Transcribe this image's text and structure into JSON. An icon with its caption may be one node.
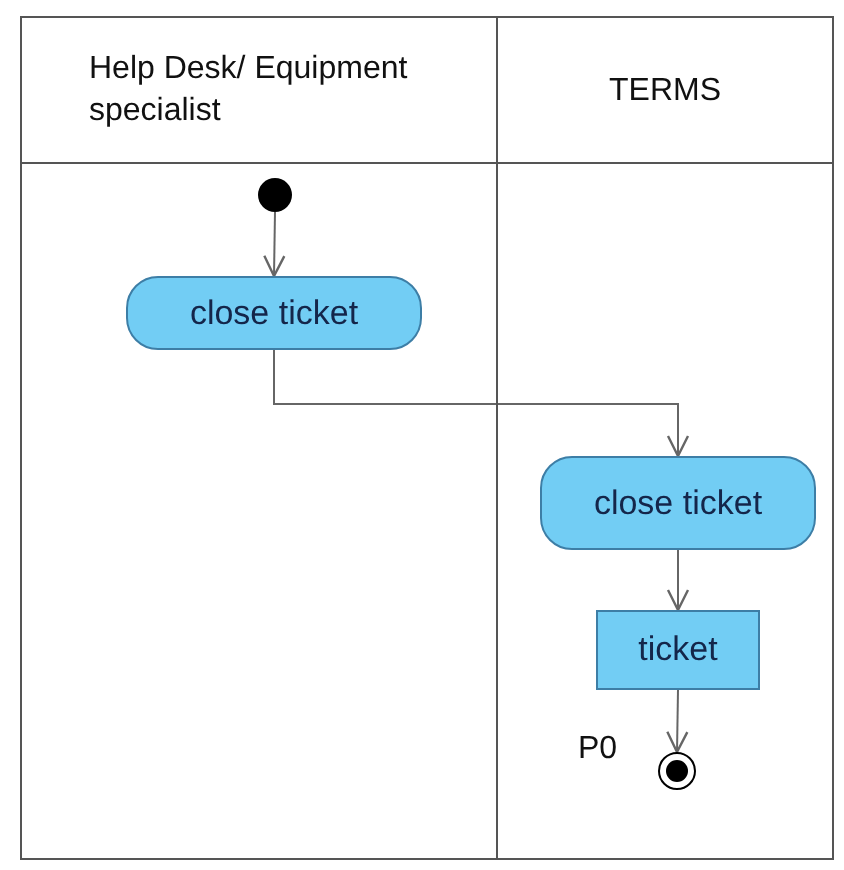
{
  "diagram": {
    "nodes": [
      {
        "text": [
          "Help Desk/ Equipment specialist"
        ]
      },
      {
        "text": [
          "TERMS"
        ]
      },
      {
        "text": [],
        "shape": "circle",
        "in": 0
      },
      {
        "text": [
          "close ticket"
        ],
        "in": 0
      },
      {
        "text": [
          "close ticket"
        ],
        "in": 1
      },
      {
        "text": [
          "ticket"
        ],
        "in": 1
      },
      {
        "text": [],
        "shape": "bullseye",
        "in": 1,
        "beside": [
          "P0"
        ]
      }
    ],
    "edges": [
      {
        "from": 2,
        "to": 3,
        "arrow": "to"
      },
      {
        "from": 3,
        "to": 4,
        "arrow": "to"
      },
      {
        "from": 4,
        "to": 5,
        "arrow": "to"
      },
      {
        "from": 5,
        "to": 6,
        "arrow": "to"
      }
    ]
  }
}
